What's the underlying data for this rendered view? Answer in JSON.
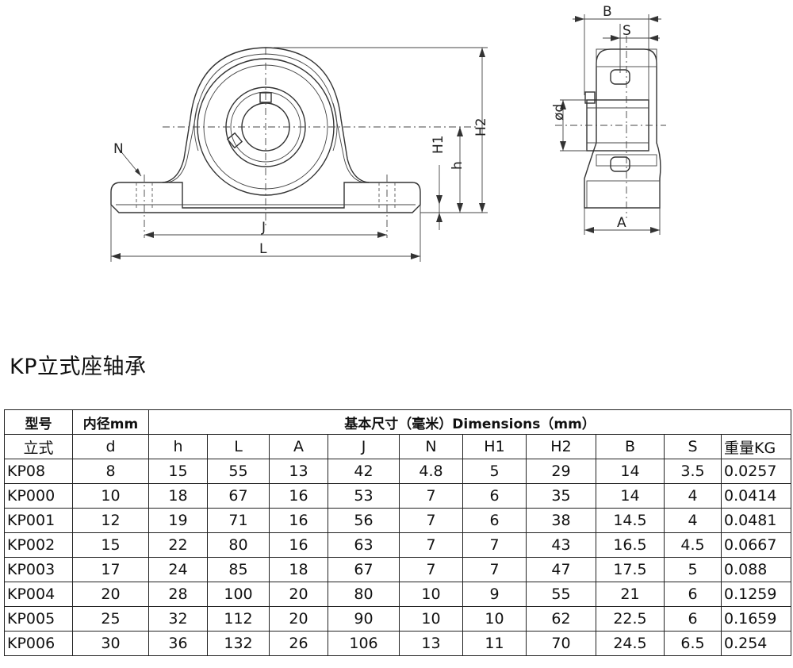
{
  "drawing": {
    "front_labels": {
      "N": "N",
      "H1": "H1",
      "h": "h",
      "H2": "H2",
      "J": "J",
      "L": "L"
    },
    "side_labels": {
      "B": "B",
      "S": "S",
      "d": "ød",
      "A": "A"
    }
  },
  "title": "KP立式座轴承",
  "table": {
    "header_model": "型号",
    "header_bore": "内径mm",
    "header_dims": "基本尺寸（毫米）Dimensions（mm）",
    "subheader": [
      "立式",
      "d",
      "h",
      "L",
      "A",
      "J",
      "N",
      "H1",
      "H2",
      "B",
      "S",
      "重量KG"
    ],
    "rows": [
      [
        "KP08",
        "8",
        "15",
        "55",
        "13",
        "42",
        "4.8",
        "5",
        "29",
        "14",
        "3.5",
        "0.0257"
      ],
      [
        "KP000",
        "10",
        "18",
        "67",
        "16",
        "53",
        "7",
        "6",
        "35",
        "14",
        "4",
        "0.0414"
      ],
      [
        "KP001",
        "12",
        "19",
        "71",
        "16",
        "56",
        "7",
        "6",
        "38",
        "14.5",
        "4",
        "0.0481"
      ],
      [
        "KP002",
        "15",
        "22",
        "80",
        "16",
        "63",
        "7",
        "7",
        "43",
        "16.5",
        "4.5",
        "0.0667"
      ],
      [
        "KP003",
        "17",
        "24",
        "85",
        "18",
        "67",
        "7",
        "7",
        "47",
        "17.5",
        "5",
        "0.088"
      ],
      [
        "KP004",
        "20",
        "28",
        "100",
        "20",
        "80",
        "10",
        "9",
        "55",
        "21",
        "6",
        "0.1259"
      ],
      [
        "KP005",
        "25",
        "32",
        "112",
        "20",
        "90",
        "10",
        "10",
        "62",
        "22.5",
        "6",
        "0.1659"
      ],
      [
        "KP006",
        "30",
        "36",
        "132",
        "26",
        "106",
        "13",
        "11",
        "70",
        "24.5",
        "6.5",
        "0.254"
      ]
    ]
  }
}
